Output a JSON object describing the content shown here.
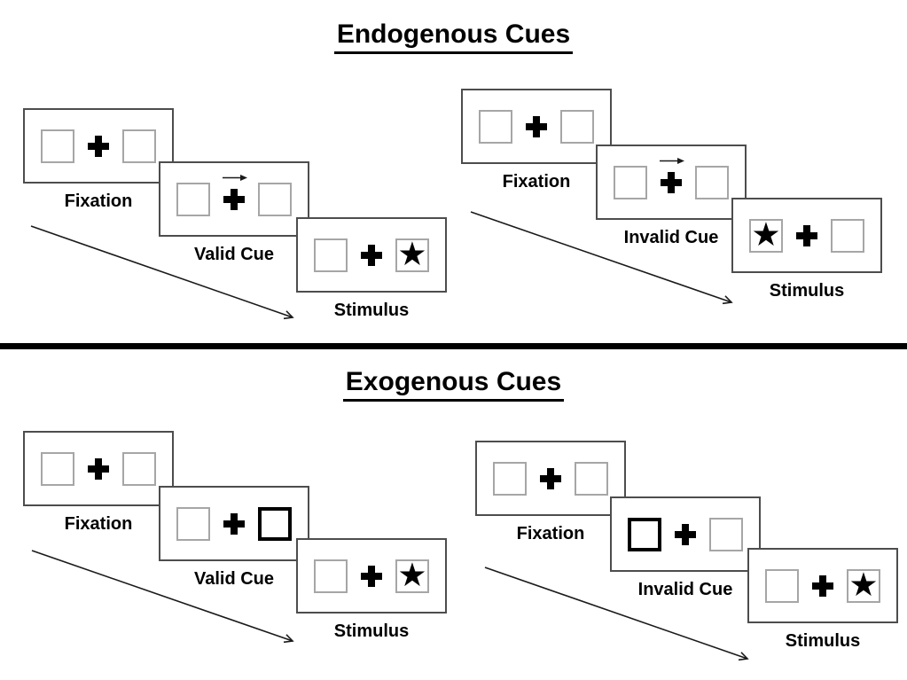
{
  "sections": [
    {
      "title": "Endogenous Cues",
      "sequences": [
        {
          "type": "valid",
          "cards": [
            {
              "label": "Fixation",
              "left_box": "empty",
              "right_box": "empty",
              "cue": "none"
            },
            {
              "label": "Valid Cue",
              "left_box": "empty",
              "right_box": "empty",
              "cue": "right-arrow-above-fixation-cross"
            },
            {
              "label": "Stimulus",
              "left_box": "empty",
              "right_box": "star",
              "cue": "none"
            }
          ]
        },
        {
          "type": "invalid",
          "cards": [
            {
              "label": "Fixation",
              "left_box": "empty",
              "right_box": "empty",
              "cue": "none"
            },
            {
              "label": "Invalid Cue",
              "left_box": "empty",
              "right_box": "empty",
              "cue": "right-arrow-above-fixation-cross"
            },
            {
              "label": "Stimulus",
              "left_box": "star",
              "right_box": "empty",
              "cue": "none"
            }
          ]
        }
      ]
    },
    {
      "title": "Exogenous Cues",
      "sequences": [
        {
          "type": "valid",
          "cards": [
            {
              "label": "Fixation",
              "left_box": "empty",
              "right_box": "empty",
              "cue": "none"
            },
            {
              "label": "Valid Cue",
              "left_box": "empty",
              "right_box": "bold-outline",
              "cue": "bold-right-box"
            },
            {
              "label": "Stimulus",
              "left_box": "empty",
              "right_box": "star",
              "cue": "none"
            }
          ]
        },
        {
          "type": "invalid",
          "cards": [
            {
              "label": "Fixation",
              "left_box": "empty",
              "right_box": "empty",
              "cue": "none"
            },
            {
              "label": "Invalid Cue",
              "left_box": "bold-outline",
              "right_box": "empty",
              "cue": "bold-left-box"
            },
            {
              "label": "Stimulus",
              "left_box": "empty",
              "right_box": "star",
              "cue": "none"
            }
          ]
        }
      ]
    }
  ],
  "icons": {
    "star": "★",
    "fixation_cross": "plus-icon",
    "cue_arrow": "right-arrow-icon",
    "timeline_arrow": "diagonal-arrow-down-right"
  },
  "colors": {
    "background": "#ffffff",
    "panel_border": "#4d4d4d",
    "box_border": "#a6a6a6",
    "bold_box_border": "#000000",
    "text": "#000000",
    "divider": "#000000"
  }
}
